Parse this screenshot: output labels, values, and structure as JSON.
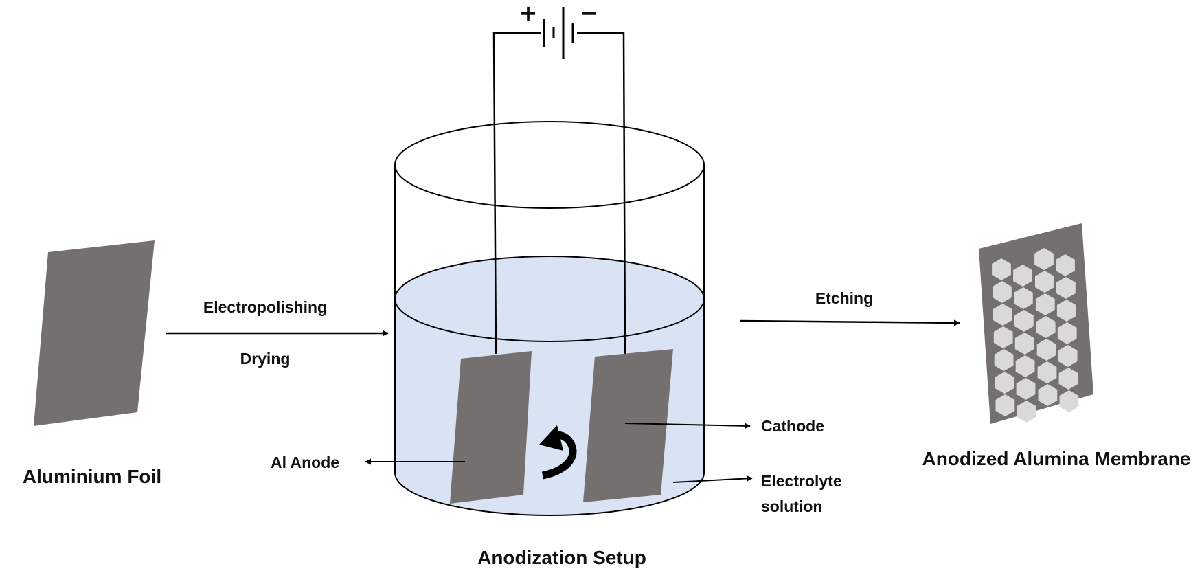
{
  "labels": {
    "aluminium_foil": "Aluminium Foil",
    "electropolishing": "Electropolishing",
    "drying": "Drying",
    "anodization_setup": "Anodization Setup",
    "al_anode": "Al Anode",
    "cathode": "Cathode",
    "electrolyte_line1": "Electrolyte",
    "electrolyte_line2": "solution",
    "etching": "Etching",
    "membrane": "Anodized Alumina Membrane"
  },
  "battery": {
    "plus": "+",
    "minus": "−"
  },
  "colors": {
    "plate": "#757070",
    "electrolyte": "#dae3f3",
    "pore": "#d9d9d9",
    "line": "#000000"
  },
  "icons": [
    "rotation-arrow-icon",
    "battery-icon"
  ]
}
